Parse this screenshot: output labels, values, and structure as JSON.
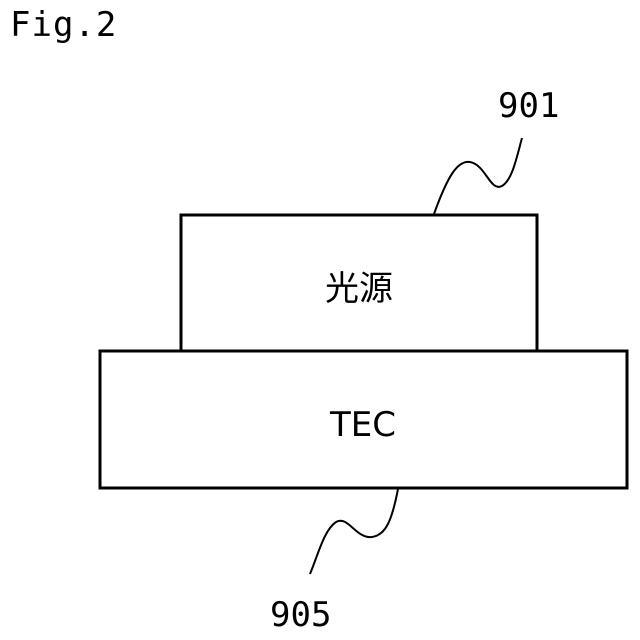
{
  "figure": {
    "label": "Fig.2"
  },
  "components": {
    "light_source": {
      "label": "光源",
      "reference": "901"
    },
    "tec": {
      "label": "TEC",
      "reference": "905"
    }
  },
  "colors": {
    "stroke": "#000000",
    "background": "#ffffff"
  }
}
